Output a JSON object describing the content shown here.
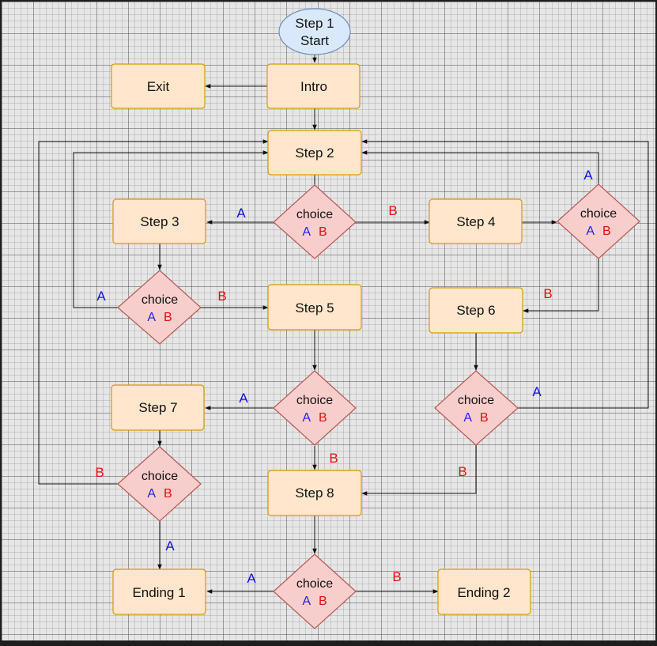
{
  "start": {
    "line1": "Step 1",
    "line2": "Start"
  },
  "boxes": {
    "exit": "Exit",
    "intro": "Intro",
    "step2": "Step 2",
    "step3": "Step 3",
    "step4": "Step 4",
    "step5": "Step 5",
    "step6": "Step 6",
    "step7": "Step 7",
    "step8": "Step 8",
    "ending1": "Ending 1",
    "ending2": "Ending 2"
  },
  "choice": {
    "title": "choice",
    "a": "A",
    "b": "B"
  },
  "labels": {
    "a": "A",
    "b": "B"
  },
  "colors": {
    "box_fill": "#ffe6cc",
    "box_stroke": "#d79b00",
    "diamond_fill": "#f8cecc",
    "diamond_stroke": "#b85450",
    "start_fill": "#dae8fc",
    "start_stroke": "#6c8ebf",
    "label_a": "#1010e0",
    "label_b": "#e01010"
  }
}
